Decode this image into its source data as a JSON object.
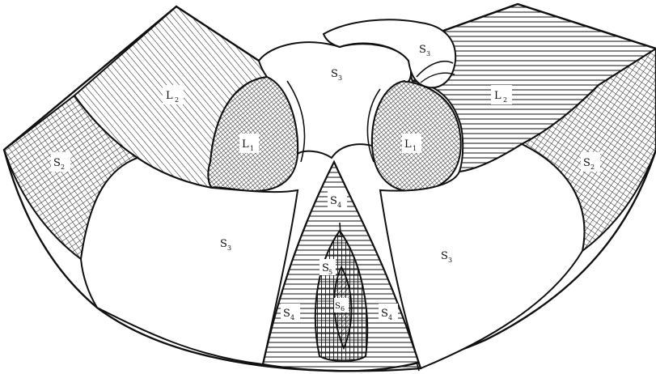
{
  "figure": {
    "colors": {
      "ink": "#111111",
      "paper": "#ffffff",
      "hatch": "#222222"
    },
    "regions": {
      "l2_left": {
        "main": "L",
        "sub": "2"
      },
      "l1_left": {
        "main": "L",
        "sub": "1"
      },
      "s2_left": {
        "main": "S",
        "sub": "2"
      },
      "s3_top": {
        "main": "S",
        "sub": "3"
      },
      "s3_small": {
        "main": "S",
        "sub": "3"
      },
      "l1_right": {
        "main": "L",
        "sub": "1"
      },
      "l2_right": {
        "main": "L",
        "sub": "2"
      },
      "s2_right": {
        "main": "S",
        "sub": "2"
      },
      "s3_left": {
        "main": "S",
        "sub": "3"
      },
      "s3_right": {
        "main": "S",
        "sub": "3"
      },
      "s4_top": {
        "main": "S",
        "sub": "4"
      },
      "s5": {
        "main": "S",
        "sub": "5"
      },
      "s4_left": {
        "main": "S",
        "sub": "4"
      },
      "s6": {
        "main": "S",
        "sub": "6"
      },
      "s4_right": {
        "main": "S",
        "sub": "4"
      }
    }
  }
}
